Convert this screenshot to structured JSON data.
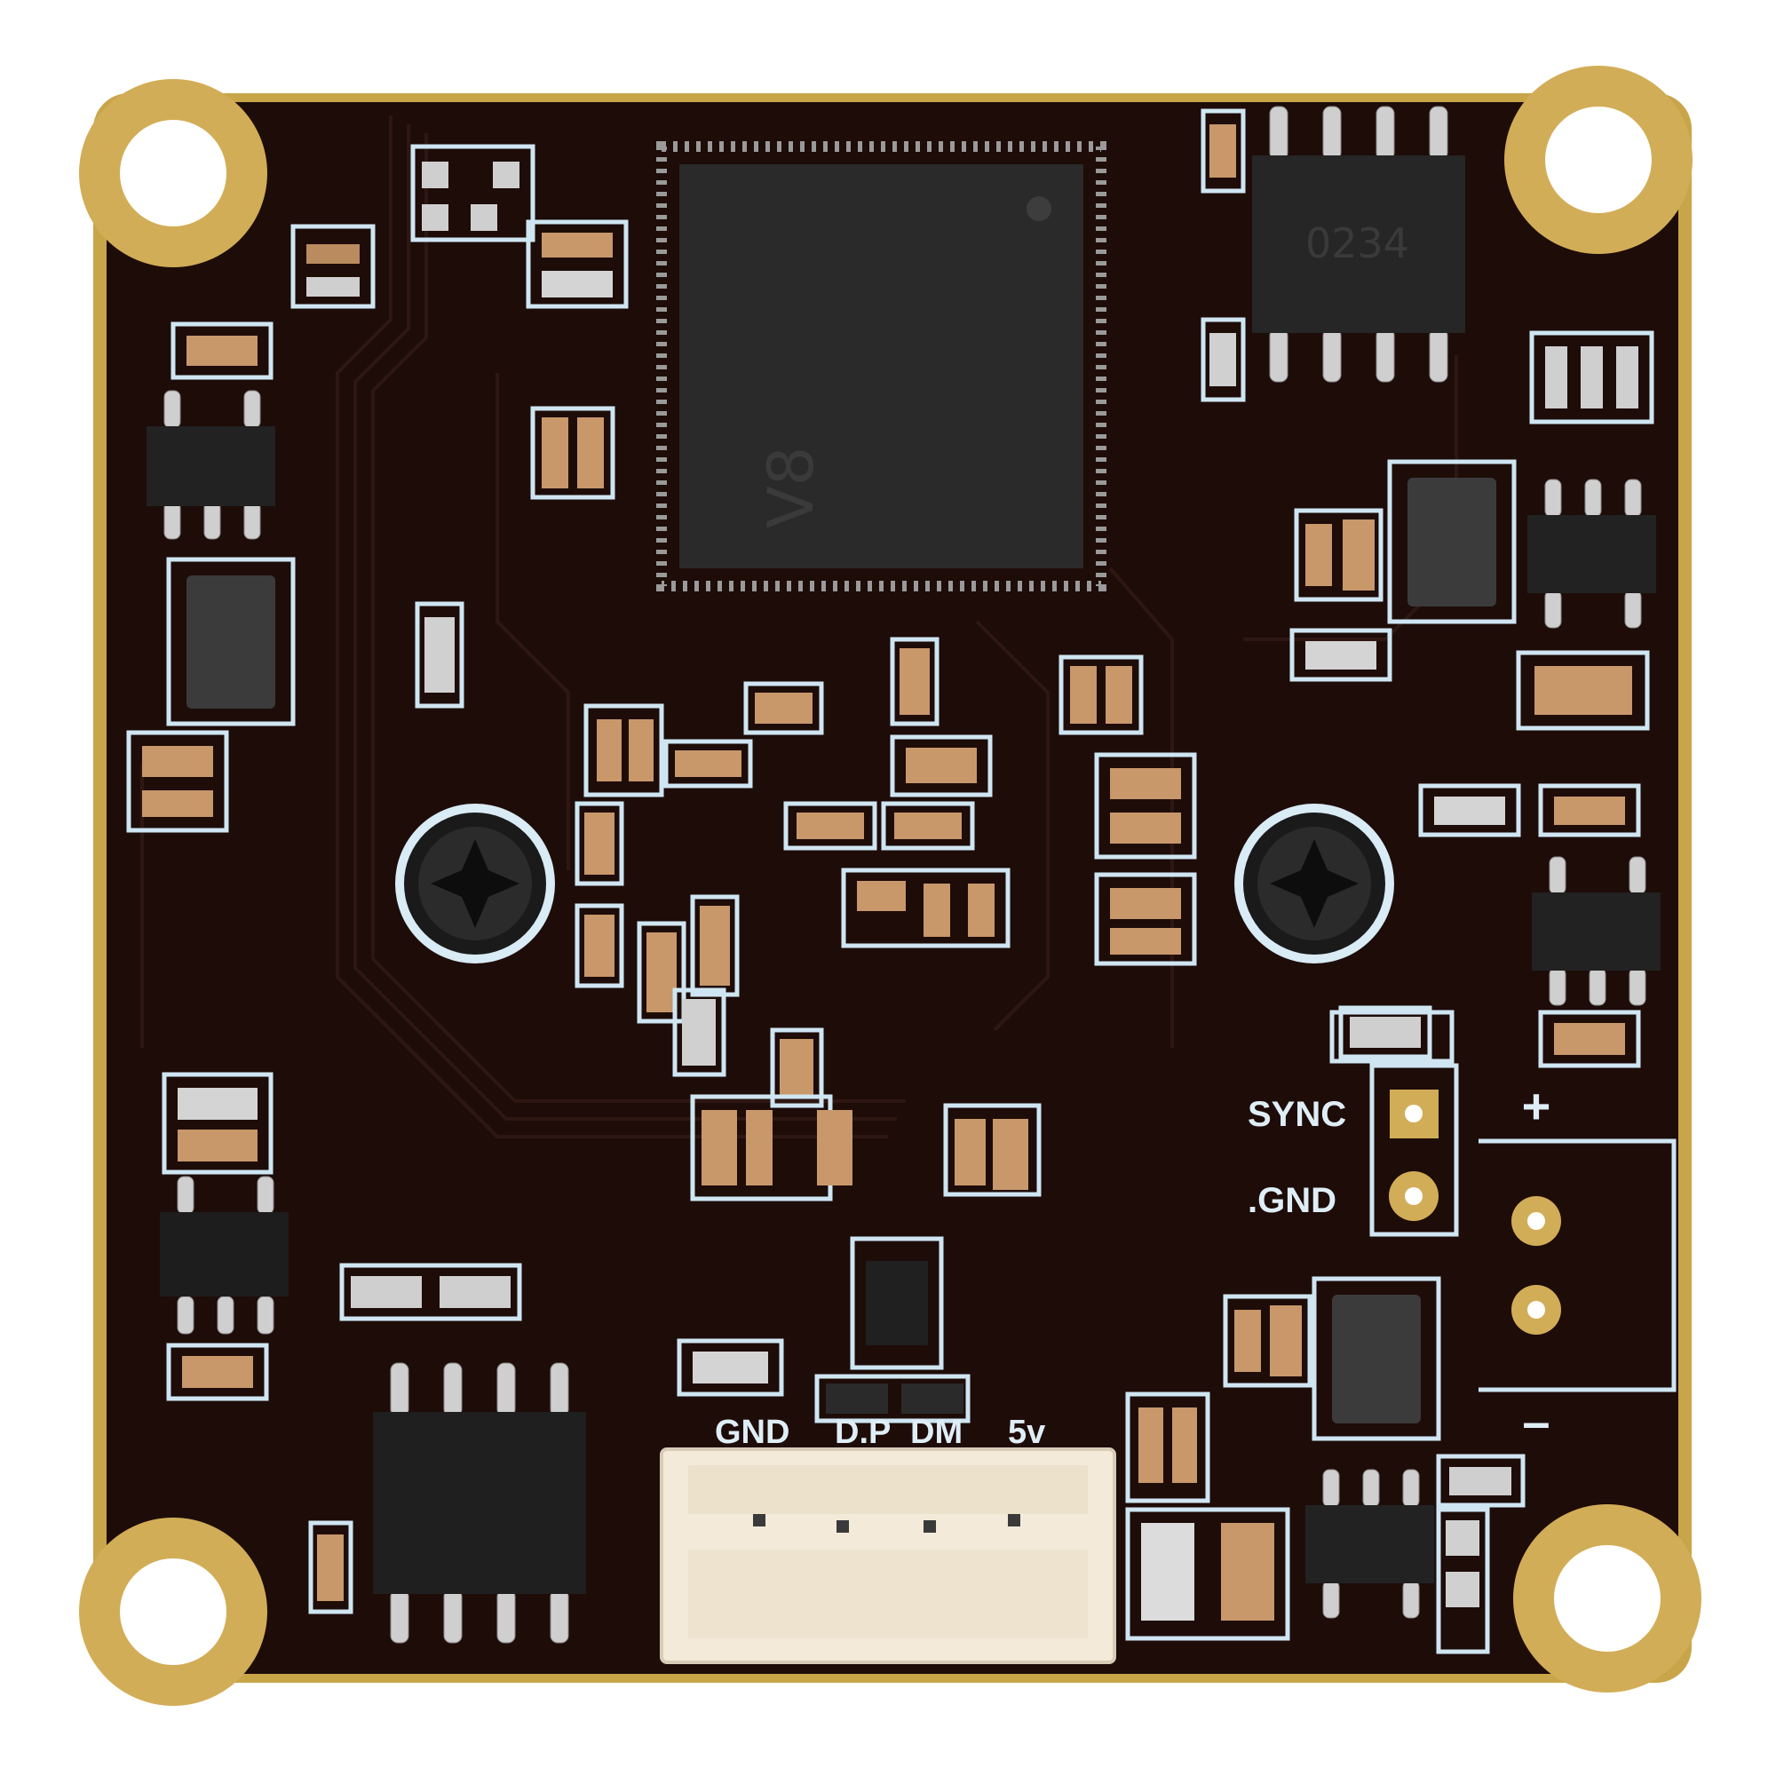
{
  "board": {
    "colors": {
      "pcb": "#1e0c09",
      "pcb_edge": "#c9a54a",
      "gold": "#d2ad57",
      "silkscreen": "#cfe6f2",
      "chip": "#2a2a2a",
      "connector": "#f3ead9"
    },
    "labels": {
      "main_chip": "V8",
      "ic_top_right": "0234",
      "sync": "SYNC",
      "gnd_right": ".GND",
      "gnd": "GND",
      "dp": "D.P",
      "dm": "DM",
      "v5": "5v",
      "plus": "+",
      "minus": "–"
    },
    "icons": [
      "mounting-hole-icon",
      "phillips-screw-icon",
      "header-pin-icon"
    ]
  }
}
